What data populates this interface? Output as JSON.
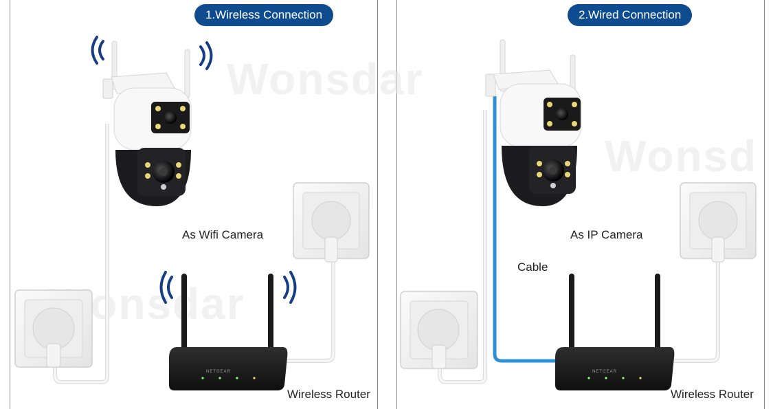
{
  "panels": [
    {
      "badge": "1.Wireless Connection",
      "camera_label": "As Wifi Camera",
      "router_label": "Wireless Router",
      "watermark_top": "Wonsdar",
      "watermark_bottom": "Wonsdar"
    },
    {
      "badge": "2.Wired Connection",
      "camera_label": "As IP Camera",
      "cable_label": "Cable",
      "router_label": "Wireless Router",
      "watermark_top": "Wonsd"
    }
  ],
  "router_brand": "NETGEAR",
  "colors": {
    "badge_bg": "#0f4c8f",
    "wifi_wave": "#173d85",
    "ethernet_cable": "#2f8fd6",
    "power_cord": "#f2f2f2",
    "router_body": "#1b1b1b",
    "camera_dome": "#1c1c1e",
    "camera_housing": "#f6f6f6"
  },
  "icons": [
    "wifi-signal-icon",
    "camera-icon",
    "router-icon",
    "power-socket-icon"
  ]
}
